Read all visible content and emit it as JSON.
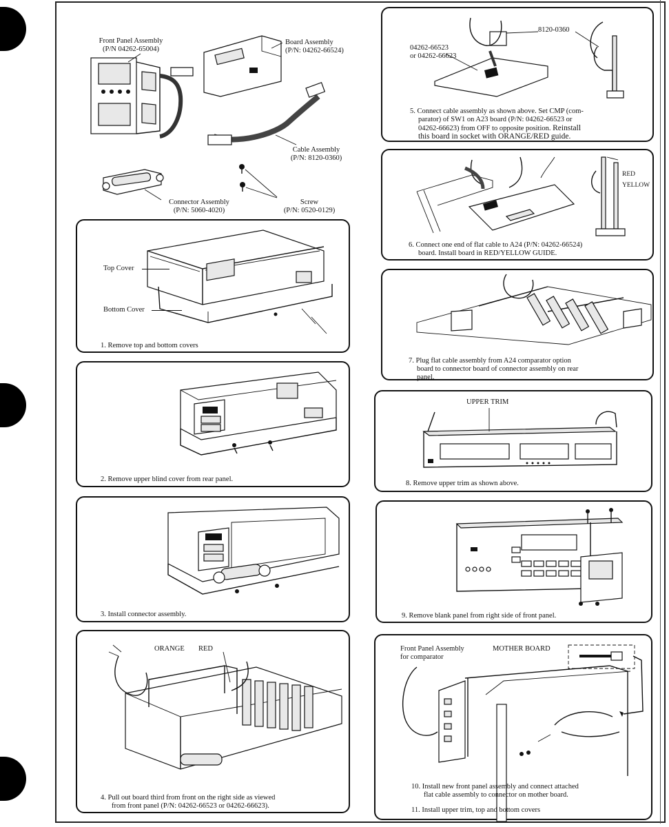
{
  "parts": {
    "front_panel": {
      "name": "Front Panel Assembly",
      "pn": "(P/N 04262-65004)"
    },
    "board": {
      "name": "Board Assembly",
      "pn": "(P/N: 04262-66524)"
    },
    "cable": {
      "name": "Cable Assembly",
      "pn": "(P/N: 8120-0360)"
    },
    "connector": {
      "name": "Connector Assembly",
      "pn": "(P/N: 5060-4020)"
    },
    "screw": {
      "name": "Screw",
      "pn": "(P/N: 0520-0129)"
    }
  },
  "steps": {
    "s1": {
      "caption": "1. Remove top and bottom covers",
      "top_cover": "Top Cover",
      "bottom_cover": "Bottom Cover"
    },
    "s2": {
      "caption": "2. Remove upper blind cover from rear panel."
    },
    "s3": {
      "caption": "3. Install connector assembly."
    },
    "s4": {
      "label_orange": "ORANGE",
      "label_red": "RED",
      "caption_l1": "4. Pull out board third from front on the right side as viewed",
      "caption_l2": "from front panel (P/N: 04262-66523 or 04262-66623)."
    },
    "s5": {
      "pn_a": "04262-66523",
      "pn_b": "or 04262-66623",
      "cable_pn": "8120-0360",
      "caption_l1": "5. Connect cable assembly as shown above. Set CMP (com-",
      "caption_l2": "parator) of SW1 on A23 board (P/N: 04262-66523 or",
      "caption_l3": "04262-66623) from OFF to opposite position.",
      "caption_l3b": "Reinstall",
      "caption_l4": "this board in socket with ORANGE/RED guide."
    },
    "s6": {
      "red": "RED",
      "yellow": "YELLOW",
      "caption_l1": "6. Connect one end of flat cable to A24 (P/N: 04262-66524)",
      "caption_l2": "board. Install board in RED/YELLOW GUIDE."
    },
    "s7": {
      "caption_l1": "7. Plug flat cable assembly from A24 comparator option",
      "caption_l2": "board to connector board of connector assembly on rear",
      "caption_l3": "panel."
    },
    "s8": {
      "label": "UPPER TRIM",
      "caption": "8. Remove upper trim as shown above."
    },
    "s9": {
      "caption": "9. Remove blank panel from right side of front panel."
    },
    "s10": {
      "fp_l1": "Front Panel Assembly",
      "fp_l2": "for comparator",
      "mother": "MOTHER BOARD",
      "caption_l1": "10. Install new front panel assembly and connect attached",
      "caption_l2": "flat cable assembly to connector on mother board.",
      "caption_l3": "11. Install upper trim, top and bottom covers"
    }
  }
}
